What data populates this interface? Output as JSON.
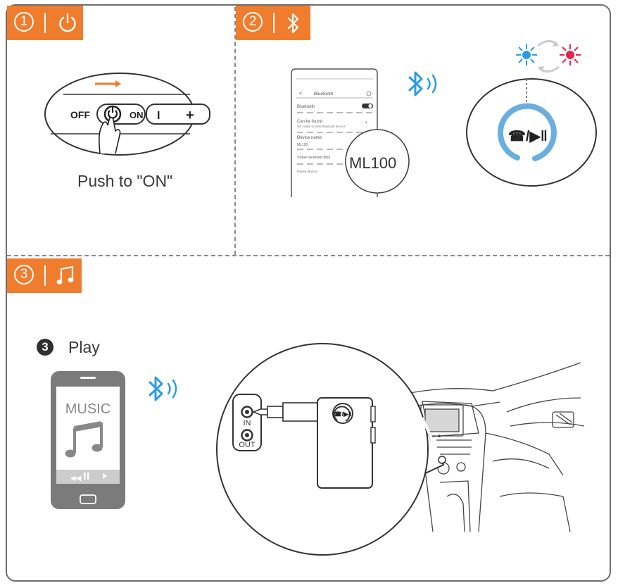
{
  "steps": [
    {
      "number": "1",
      "icon": "power-icon",
      "caption": "Push to \"ON\""
    },
    {
      "number": "2",
      "icon": "bluetooth-icon"
    },
    {
      "number": "3",
      "icon": "music-note-icon",
      "caption_number": "3",
      "caption": "Play"
    }
  ],
  "switch": {
    "off_label": "OFF",
    "on_label": "ON",
    "minus_label": "I",
    "plus_label": "+"
  },
  "phone_settings": {
    "header": "Bluetooth",
    "bluetooth_label": "Bluetooth",
    "can_be_found_label": "Can be found",
    "can_be_found_sub": "Not visible to other Bluetooth devices",
    "device_name_label": "Device name",
    "device_name_value": "ML100",
    "show_received_label": "Show received files",
    "pair_label": "Paired devices",
    "device_badge": "ML100"
  },
  "device_button": {
    "label": "☎/▶‖"
  },
  "music_phone": {
    "label": "MUSIC"
  },
  "jack": {
    "in_label": "IN",
    "out_label": "OUT"
  },
  "colors": {
    "accent": "#ef7d2d",
    "bluetooth_blue": "#2b9be3",
    "ring_blue": "#6aaee0",
    "led_red": "#e5254b",
    "frame": "#6e6e6e"
  }
}
